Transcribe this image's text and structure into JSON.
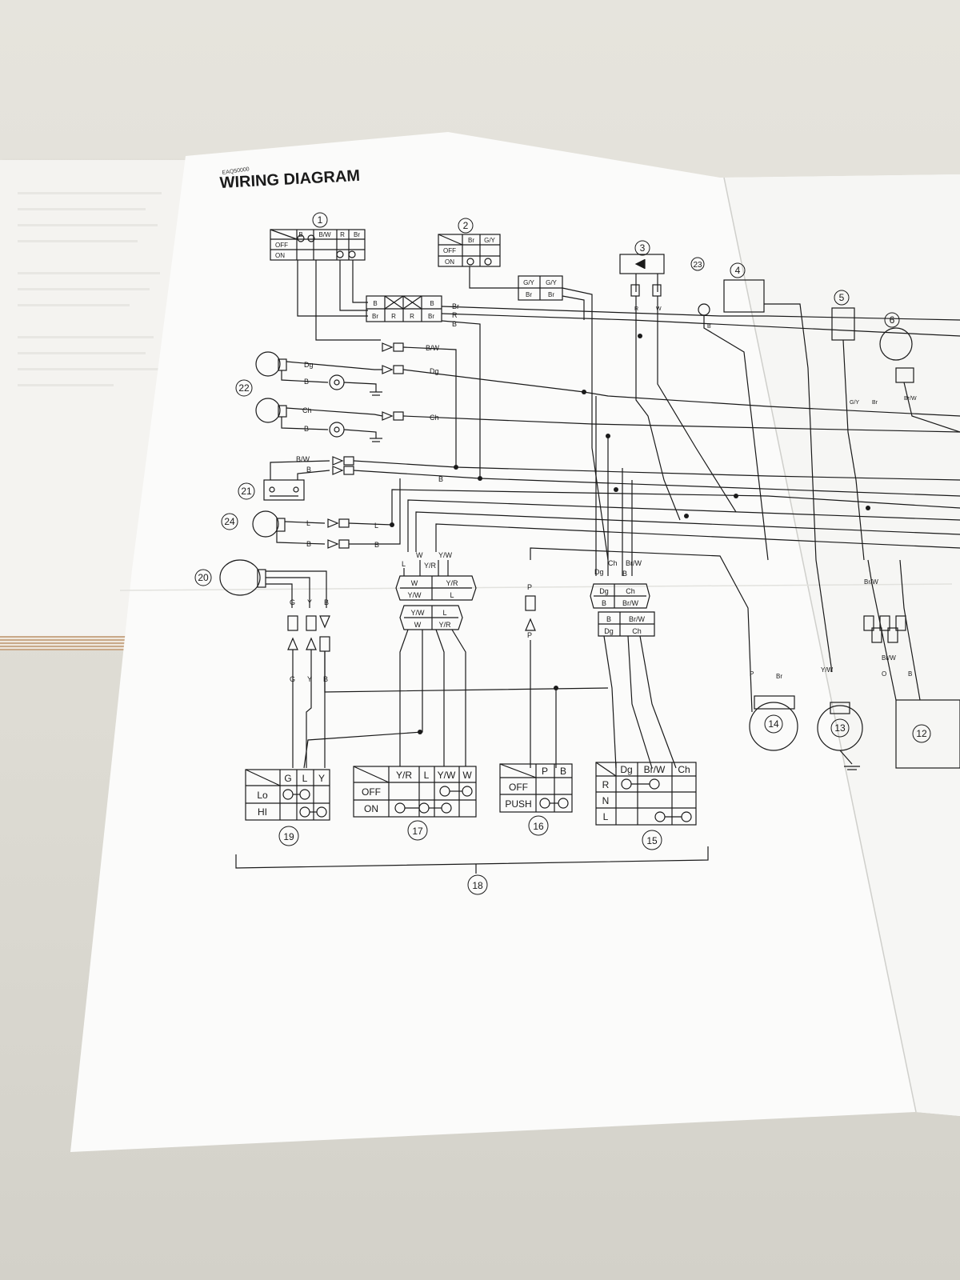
{
  "document": {
    "code": "EAQ50000",
    "title": "WIRING DIAGRAM"
  },
  "callouts": [
    "1",
    "2",
    "3",
    "4",
    "5",
    "6",
    "12",
    "13",
    "14",
    "15",
    "16",
    "17",
    "18",
    "19",
    "20",
    "21",
    "22",
    "23",
    "24"
  ],
  "switch_1": {
    "headers": [
      "B",
      "B/W",
      "R",
      "Br"
    ],
    "rows": [
      "OFF",
      "ON"
    ]
  },
  "switch_2": {
    "headers": [
      "Br",
      "G/Y"
    ],
    "rows": [
      "OFF",
      "ON"
    ]
  },
  "connector_top_right": {
    "top": [
      "G/Y",
      "G/Y"
    ],
    "bottom": [
      "Br",
      "Br"
    ]
  },
  "connector_main": {
    "top": [
      "B",
      "B"
    ],
    "bottom": [
      "Br",
      "R",
      "R",
      "Br"
    ]
  },
  "main_bus_labels": [
    "Br",
    "R",
    "B"
  ],
  "wire_labels": {
    "bw": "B/W",
    "dg": "Dg",
    "ch": "Ch",
    "b": "B",
    "l": "L",
    "w": "W",
    "yw": "Y/W",
    "yr": "Y/R",
    "p": "P",
    "brw": "Br/W",
    "g": "G",
    "y": "Y",
    "gy": "G/Y",
    "br": "Br",
    "o": "O",
    "r": "R"
  },
  "connector_17_upper": {
    "top": [
      "W",
      "Y/R"
    ],
    "bottom": [
      "Y/W",
      "L"
    ]
  },
  "connector_17_lower": {
    "top": [
      "Y/W",
      "L"
    ],
    "bottom": [
      "W",
      "Y/R"
    ]
  },
  "connector_15_upper": {
    "top": [
      "Dg",
      "Ch"
    ],
    "bottom": [
      "B",
      "Br/W"
    ]
  },
  "connector_15_lower": {
    "top": [
      "B",
      "Br/W"
    ],
    "bottom": [
      "Dg",
      "Ch"
    ]
  },
  "switch_19": {
    "headers": [
      "G",
      "L",
      "Y"
    ],
    "rows": [
      "Lo",
      "HI"
    ]
  },
  "switch_17": {
    "headers": [
      "Y/R",
      "L",
      "Y/W",
      "W"
    ],
    "rows": [
      "OFF",
      "ON"
    ]
  },
  "switch_16": {
    "headers": [
      "P",
      "B"
    ],
    "rows": [
      "OFF",
      "PUSH"
    ]
  },
  "switch_15": {
    "headers": [
      "Dg",
      "Br/W",
      "Ch"
    ],
    "rows": [
      "R",
      "N",
      "L"
    ]
  },
  "colors": {
    "ink": "#1a1a1a",
    "paper": "#fbfbfa",
    "table": "#dcdad3"
  }
}
